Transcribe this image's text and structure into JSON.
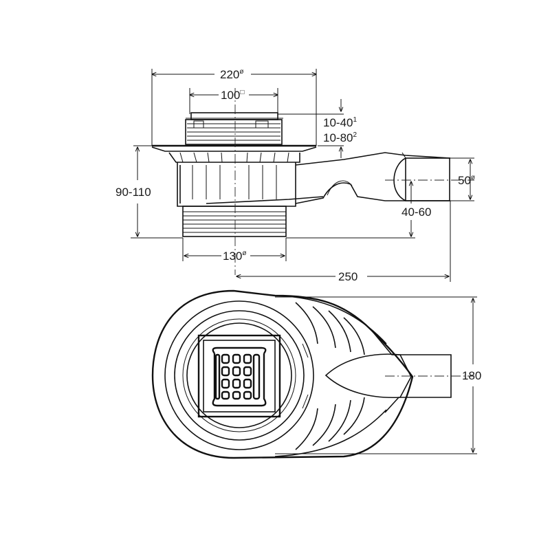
{
  "diagram": {
    "dimensions": {
      "width_220": "220",
      "width_220_mark": "ø",
      "grate_100": "100",
      "grate_100_mark": "□",
      "adjust_1": "10-40",
      "adjust_1_sup": "1",
      "adjust_2": "10-80",
      "adjust_2_sup": "2",
      "height_90_110": "90-110",
      "outlet_50": "50",
      "outlet_50_mark": "ø",
      "outlet_height": "40-60",
      "base_130": "130",
      "base_130_mark": "ø",
      "length_250": "250",
      "width_180": "180"
    }
  },
  "colors": {
    "line": "#111111",
    "background": "#ffffff"
  }
}
